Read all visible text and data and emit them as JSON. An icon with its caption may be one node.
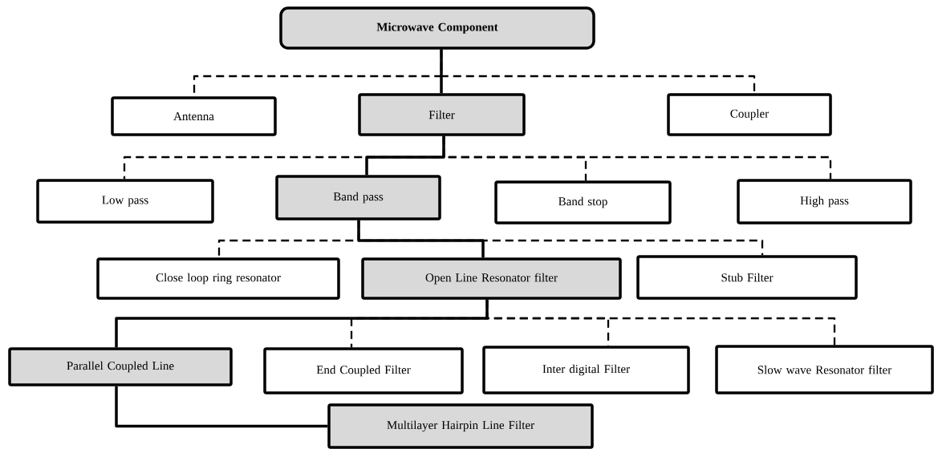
{
  "diagram": {
    "nodes": [
      {
        "text": [
          "Microwave Component"
        ]
      },
      {
        "text": [
          "Antenna"
        ]
      },
      {
        "text": [
          "Filter"
        ]
      },
      {
        "text": [
          "Coupler"
        ]
      },
      {
        "text": [
          "Low pass"
        ]
      },
      {
        "text": [
          "Band pass"
        ]
      },
      {
        "text": [
          "Band stop"
        ]
      },
      {
        "text": [
          "High pass"
        ]
      },
      {
        "text": [
          "Close loop ring resonator"
        ]
      },
      {
        "text": [
          "Open Line   Resonator filter"
        ]
      },
      {
        "text": [
          "Stub Filter"
        ]
      },
      {
        "text": [
          "Parallel Coupled Line"
        ]
      },
      {
        "text": [
          "End Coupled Filter"
        ]
      },
      {
        "text": [
          "Inter digital Filter"
        ]
      },
      {
        "text": [
          "Slow wave Resonator filter"
        ]
      },
      {
        "text": [
          "Multilayer Hairpin Line Filter"
        ]
      }
    ],
    "edges": [
      {
        "from": 0,
        "to": 2,
        "arrow": "none"
      },
      {
        "from": 0,
        "to": 1,
        "arrow": "none",
        "style": "dashed"
      },
      {
        "from": 0,
        "to": 3,
        "arrow": "none",
        "style": "dashed"
      },
      {
        "from": 2,
        "to": 5,
        "arrow": "none"
      },
      {
        "from": 2,
        "to": 4,
        "arrow": "none",
        "style": "dashed"
      },
      {
        "from": 2,
        "to": 6,
        "arrow": "none",
        "style": "dashed"
      },
      {
        "from": 2,
        "to": 7,
        "arrow": "none",
        "style": "dashed"
      },
      {
        "from": 5,
        "to": 9,
        "arrow": "none"
      },
      {
        "from": 5,
        "to": 8,
        "arrow": "none",
        "style": "dashed"
      },
      {
        "from": 5,
        "to": 10,
        "arrow": "none",
        "style": "dashed"
      },
      {
        "from": 9,
        "to": 11,
        "arrow": "none"
      },
      {
        "from": 9,
        "to": 12,
        "arrow": "none",
        "style": "dashed"
      },
      {
        "from": 9,
        "to": 13,
        "arrow": "none",
        "style": "dashed"
      },
      {
        "from": 9,
        "to": 14,
        "arrow": "none",
        "style": "dashed"
      },
      {
        "from": 11,
        "to": 15,
        "arrow": "none"
      }
    ]
  }
}
